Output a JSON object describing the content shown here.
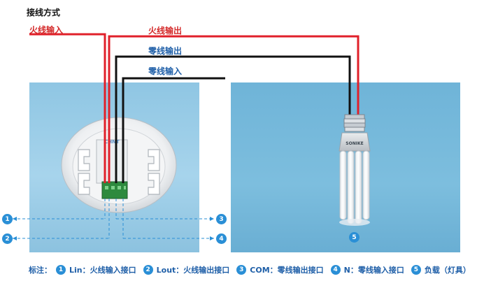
{
  "title": "接线方式",
  "wire_labels": {
    "live_in": "火线输入",
    "live_out": "火线输出",
    "neutral_out": "零线输出",
    "neutral_in": "零线输入"
  },
  "device_brand": "CHNT",
  "bulb_brand": "SONIKE",
  "markers": [
    "1",
    "2",
    "3",
    "4",
    "5"
  ],
  "legend": {
    "lead": "标注：",
    "items": [
      {
        "num": "1",
        "text": "Lin：火线输入接口"
      },
      {
        "num": "2",
        "text": "Lout：火线输出接口"
      },
      {
        "num": "3",
        "text": "COM：零线输出接口"
      },
      {
        "num": "4",
        "text": "N：零线输入接口"
      },
      {
        "num": "5",
        "text": "负载（灯具）"
      }
    ]
  },
  "colors": {
    "live_wire": "#e0202a",
    "neutral_wire": "#111111",
    "marker": "#2a8fd6",
    "dashed": "#2a8fd6"
  }
}
